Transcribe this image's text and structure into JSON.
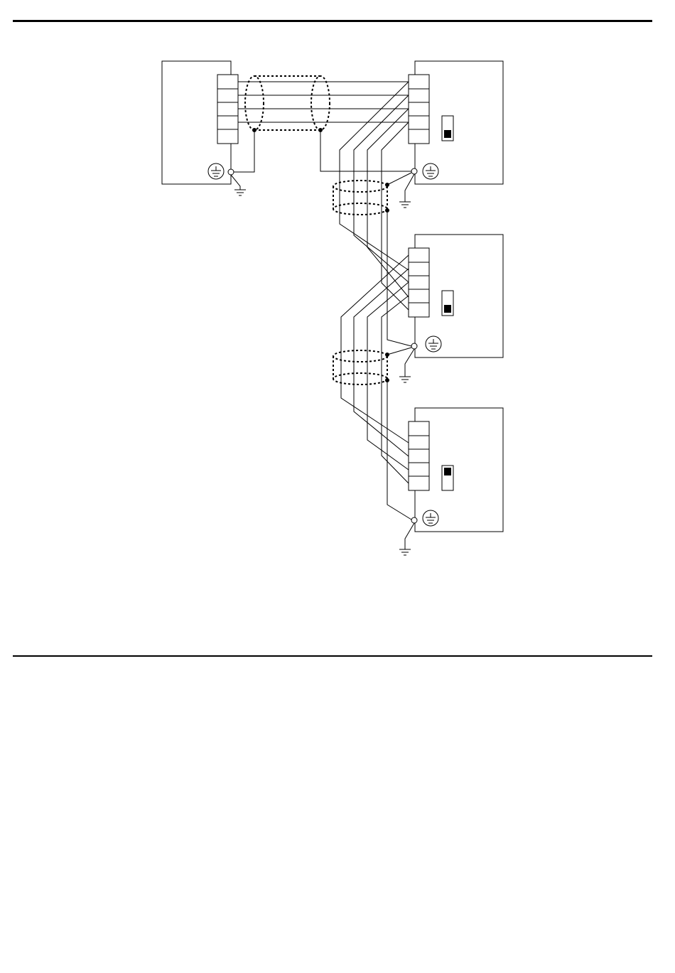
{
  "document": {
    "figure": {
      "kind": "wiring-diagram",
      "devices": [
        {
          "id": "master",
          "terminal_count": 5,
          "has_dip_switch": false
        },
        {
          "id": "slave-1",
          "terminal_count": 5,
          "has_dip_switch": true,
          "dip_switch_position": "down"
        },
        {
          "id": "slave-2",
          "terminal_count": 5,
          "has_dip_switch": true,
          "dip_switch_position": "down"
        },
        {
          "id": "slave-3",
          "terminal_count": 5,
          "has_dip_switch": true,
          "dip_switch_position": "up"
        }
      ],
      "cables": [
        {
          "from": "master",
          "to": "slave-1",
          "conductors": 4,
          "shielded": true
        },
        {
          "from": "slave-1",
          "to": "slave-2",
          "conductors": 4,
          "shielded": true
        },
        {
          "from": "slave-2",
          "to": "slave-3",
          "conductors": 4,
          "shielded": true
        }
      ],
      "symbols": [
        "protective-earth-icon",
        "ground-icon",
        "shield-icon",
        "dip-switch-icon"
      ],
      "colors": {
        "ink": "#000000",
        "paper": "#ffffff"
      }
    }
  }
}
